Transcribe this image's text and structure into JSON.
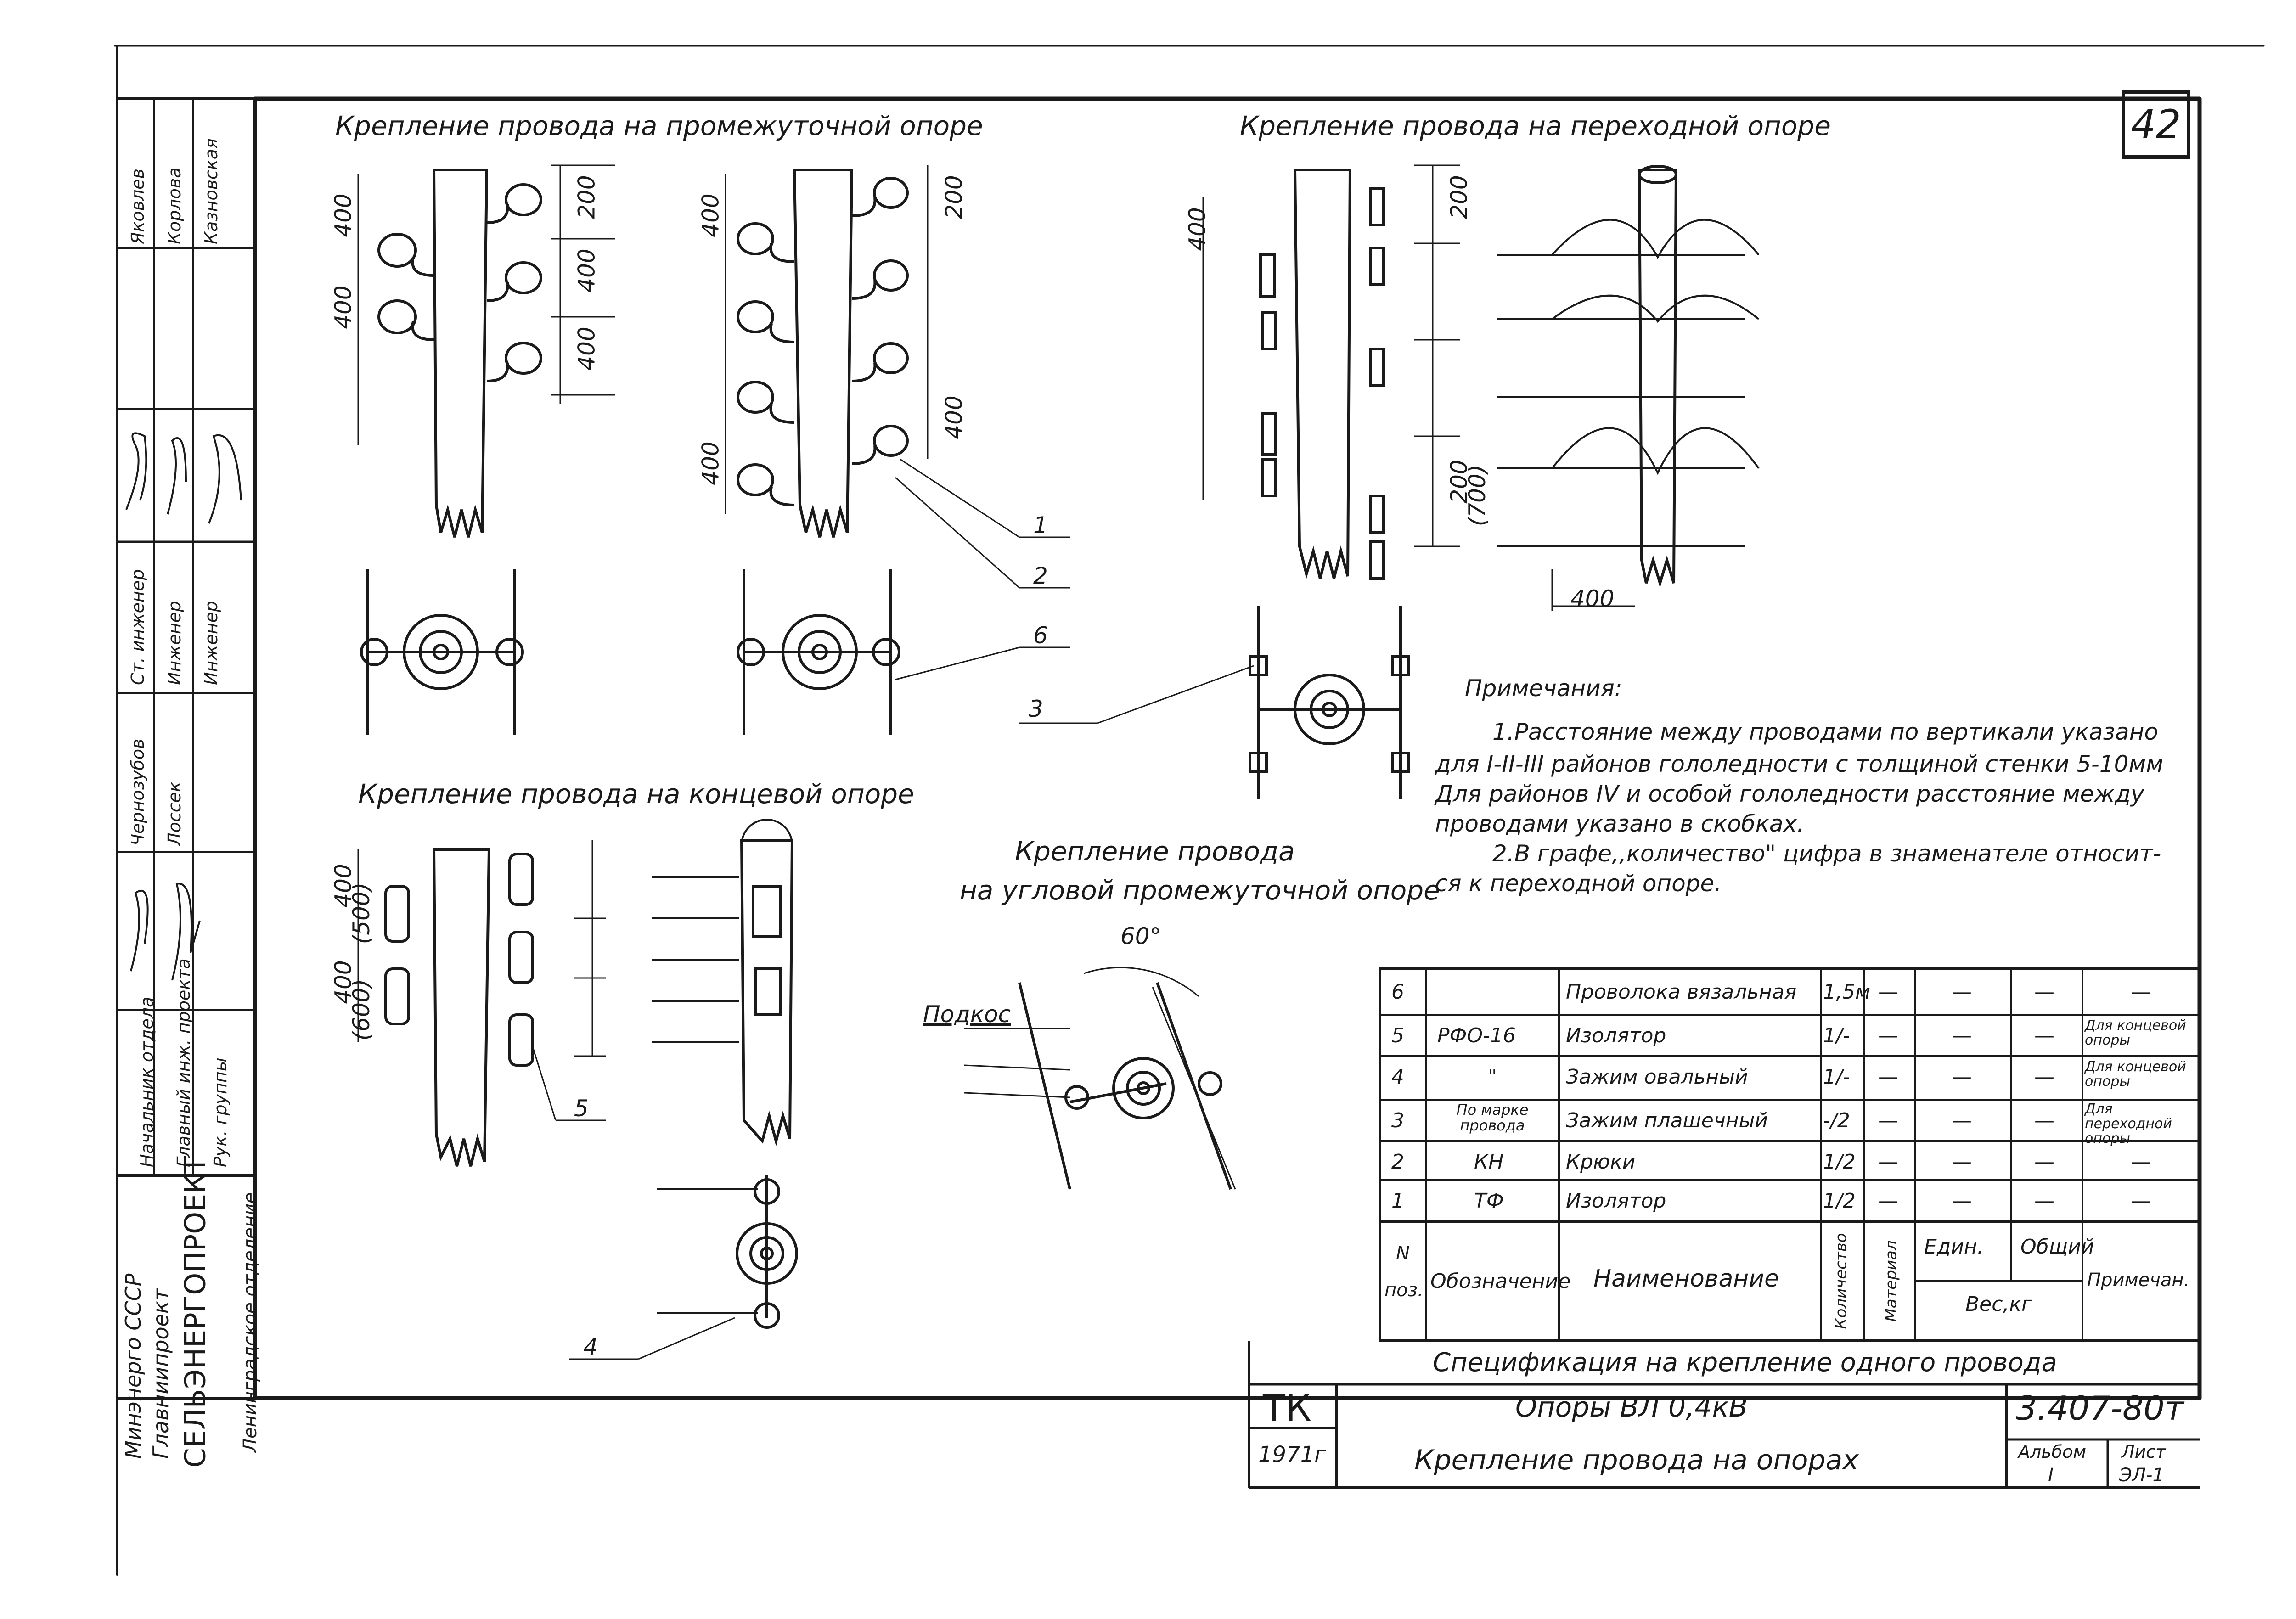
{
  "sheet_number": "42",
  "titles": {
    "intermediate": "Крепление провода на промежуточной опоре",
    "transition": "Крепление провода на переходной опоре",
    "end": "Крепление провода на концевой опоре",
    "angle_line1": "Крепление провода",
    "angle_line2": "на угловой промежуточной опоре"
  },
  "dimensions": {
    "d400": "400",
    "d500": "(500)",
    "d600": "(600)",
    "d200": "200",
    "d700": "(700)",
    "angle": "60°"
  },
  "callouts": [
    "1",
    "2",
    "6",
    "3",
    "5",
    "4"
  ],
  "podkos_label": "Подкос",
  "notes": {
    "heading": "Примечания:",
    "lines": [
      "1.Расстояние между проводами по вертикали указано",
      "для I-II-III районов гололедности с толщиной стенки 5-10мм",
      "Для районов IV и особой гололедности расстояние между",
      "проводами указано в скобках.",
      "2.В графе,,количество\" цифра в знаменателе относит-",
      "ся к переходной опоре."
    ]
  },
  "spec_table": {
    "rows": [
      {
        "pos": "6",
        "designation": "",
        "name": "Проволока вязальная",
        "qty": "1,5м",
        "material": "—",
        "unit_weight": "—",
        "total_weight": "—",
        "note": "—"
      },
      {
        "pos": "5",
        "designation": "РФО-16",
        "name": "Изолятор",
        "qty": "1/-",
        "material": "—",
        "unit_weight": "—",
        "total_weight": "—",
        "note": "Для концевой опоры"
      },
      {
        "pos": "4",
        "designation": "\"",
        "name": "Зажим овальный",
        "qty": "1/-",
        "material": "—",
        "unit_weight": "—",
        "total_weight": "—",
        "note": "Для концевой опоры"
      },
      {
        "pos": "3",
        "designation": "По марке провода",
        "name": "Зажим плашечный",
        "qty": "-/2",
        "material": "—",
        "unit_weight": "—",
        "total_weight": "—",
        "note": "Для переходной опоры"
      },
      {
        "pos": "2",
        "designation": "КН",
        "name": "Крюки",
        "qty": "1/2",
        "material": "—",
        "unit_weight": "—",
        "total_weight": "—",
        "note": "—"
      },
      {
        "pos": "1",
        "designation": "ТФ",
        "name": "Изолятор",
        "qty": "1/2",
        "material": "—",
        "unit_weight": "—",
        "total_weight": "—",
        "note": "—"
      }
    ],
    "header": {
      "pos": "N поз.",
      "designation": "Обозначение",
      "name": "Наименование",
      "qty": "Количество",
      "material": "Материал",
      "unit": "Един.",
      "total": "Общий",
      "weight": "Вес,кг",
      "note": "Примечан."
    },
    "caption": "Спецификация на крепление одного провода"
  },
  "title_block": {
    "tk": "ТК",
    "year": "1971г",
    "name1": "Опоры ВЛ 0,4кВ",
    "name2": "Крепление провода на опорах",
    "code": "3.407-80т",
    "album_label": "Альбом",
    "album_value": "I",
    "sheet_label": "Лист",
    "sheet_value": "ЭЛ-1"
  },
  "side_stamp": {
    "org1": "Минэнерго СССР",
    "org2": "Главниипроект",
    "org3": "СЕЛЬЭНЕРГОПРОЕКТ",
    "org4": "Ленинградское отделение",
    "roles": [
      "Начальник отдела",
      "Главный инж. проекта",
      "Рук. группы",
      "Ст. инженер",
      "Инженер",
      "Инженер"
    ],
    "names": [
      "Чернозубов",
      "Лоссек",
      "",
      "Яковлев",
      "Корлова",
      "Казновская"
    ]
  }
}
